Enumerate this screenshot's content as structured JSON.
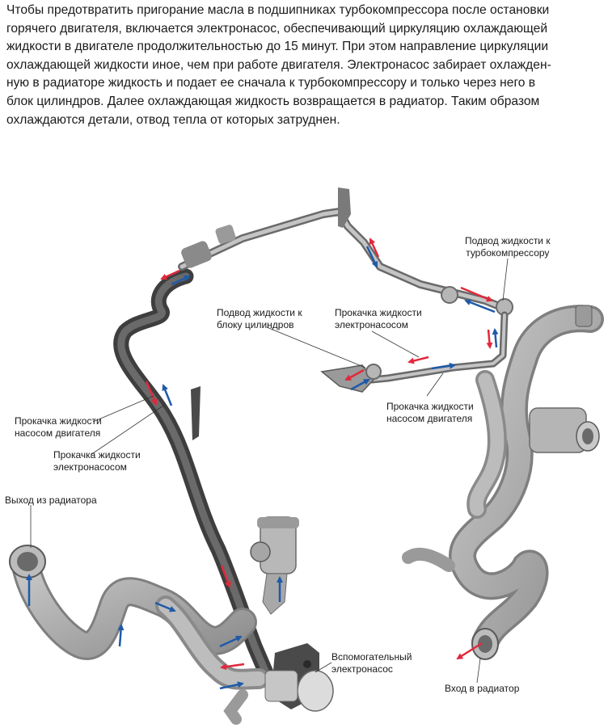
{
  "intro_lines": [
    "Чтобы предотвратить пригорание масла в подшипниках турбокомпрессора после остановки",
    "горячего двигателя, включается электронасос, обеспечивающий циркуляцию охлаждающей",
    "жидкости в двигателе продолжительностью до 15 минут. При этом направление циркуляции",
    "охлаждающей жидкости иное, чем при работе двигателя. Электронасос забирает охлажден-",
    "ную в радиаторе жидкость и подает ее сначала к турбокомпрессору и только через него в",
    "блок цилиндров. Далее охлаждающая жидкость возвращается в радиатор. Таким образом",
    "охлаждаются детали, отвод тепла от которых затруднен."
  ],
  "labels": {
    "turbo_supply": [
      "Подвод жидкости к",
      "турбокомпрессору"
    ],
    "block_supply": [
      "Подвод жидкости к",
      "блоку цилиндров"
    ],
    "electro_pump_upper": [
      "Прокачка жидкости",
      "электронасосом"
    ],
    "engine_pump_right": [
      "Прокачка жидкости",
      "насосом двигателя"
    ],
    "engine_pump_left": [
      "Прокачка жидкости",
      "насосом двигателя"
    ],
    "electro_pump_left": [
      "Прокачка жидкости",
      "электронасосом"
    ],
    "radiator_outlet": "Выход из радиатора",
    "aux_pump": [
      "Вспомогательный",
      "электронасос"
    ],
    "radiator_inlet": "Вход в радиатор"
  },
  "colors": {
    "electro_pump_arrow": "#e2283c",
    "engine_pump_arrow": "#1f5aa8",
    "hose": "#9a9a9a",
    "hose_dark": "#4a4a4a"
  }
}
